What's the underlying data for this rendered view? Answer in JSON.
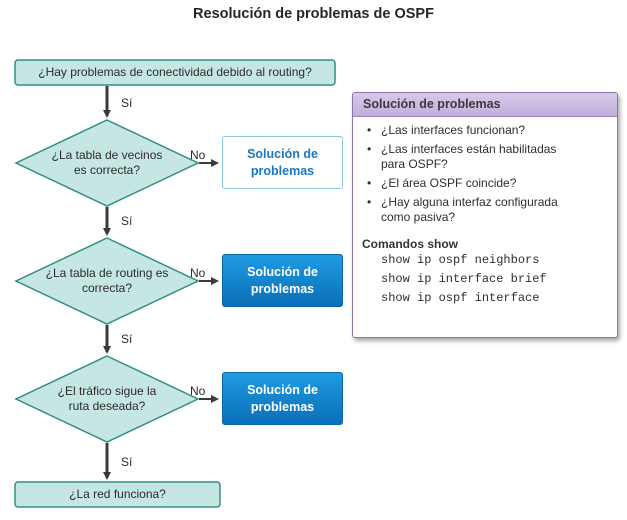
{
  "title": "Resolución de problemas de OSPF",
  "flow": {
    "start": "¿Hay problemas de conectividad debido al routing?",
    "decision_1": [
      "¿La tabla de vecinos",
      "es correcta?"
    ],
    "decision_2": [
      "¿La tabla de routing es",
      "correcta?"
    ],
    "decision_3": [
      "¿El tráfico sigue la",
      "ruta deseada?"
    ],
    "end": "¿La red funciona?",
    "yes_label": "Sí",
    "no_label": "No",
    "solution_label": [
      "Solución de",
      "problemas"
    ]
  },
  "panel": {
    "header": "Solución de problemas",
    "bullet": "•",
    "questions": [
      [
        "¿Las interfaces funcionan?"
      ],
      [
        "¿Las interfaces están habilitadas",
        "para OSPF?"
      ],
      [
        "¿El área OSPF coincide?"
      ],
      [
        "¿Hay alguna interfaz configurada",
        "como pasiva?"
      ]
    ],
    "commands_title": "Comandos show",
    "commands": [
      "show ip ospf neighbors",
      "show ip interface brief",
      "show ip ospf interface"
    ]
  },
  "colors": {
    "shape_fill": "#c6e6e4",
    "shape_stroke": "#2f8f84",
    "arrow": "#3a3a3a",
    "solution_light_text": "#1a78c2",
    "solution_dark": "#1488d4",
    "panel_header": "#cbb9e0"
  }
}
